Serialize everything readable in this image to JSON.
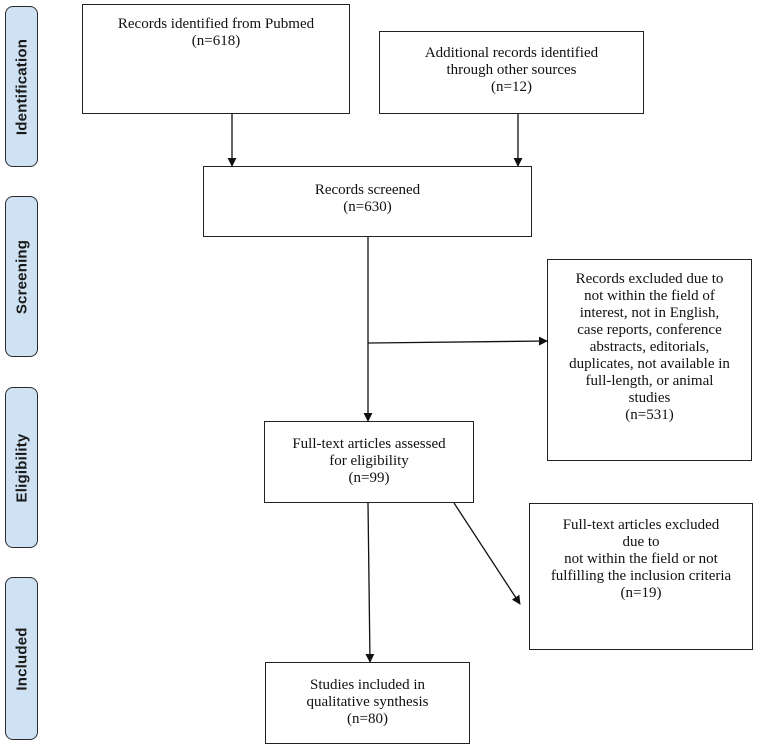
{
  "phases": {
    "identification": "Identification",
    "screening": "Screening",
    "eligibility": "Eligibility",
    "included": "Included"
  },
  "boxes": {
    "pubmed": {
      "line1": "Records identified from Pubmed",
      "line2": "(n=618)"
    },
    "other": {
      "line1": "Additional records identified",
      "line2": "through other sources",
      "line3": "(n=12)"
    },
    "screened": {
      "line1": "Records screened",
      "line2": "(n=630)"
    },
    "excluded": {
      "line1": "Records excluded due to",
      "line2": "not within the field of",
      "line3": "interest, not in English,",
      "line4": "case reports, conference",
      "line5": "abstracts, editorials,",
      "line6": "duplicates, not available in",
      "line7": "full-length, or animal",
      "line8": "studies",
      "line9": "(n=531)"
    },
    "fulltext": {
      "line1": "Full-text articles assessed",
      "line2": "for eligibility",
      "line3": "(n=99)"
    },
    "fulltext_excluded": {
      "line1": "Full-text articles excluded",
      "line2": "due to",
      "line3": "not within the field or not",
      "line4": "fulfilling the inclusion criteria",
      "line5": "(n=19)"
    },
    "included": {
      "line1": "Studies included in",
      "line2": "qualitative synthesis",
      "line3": "(n=80)"
    }
  }
}
